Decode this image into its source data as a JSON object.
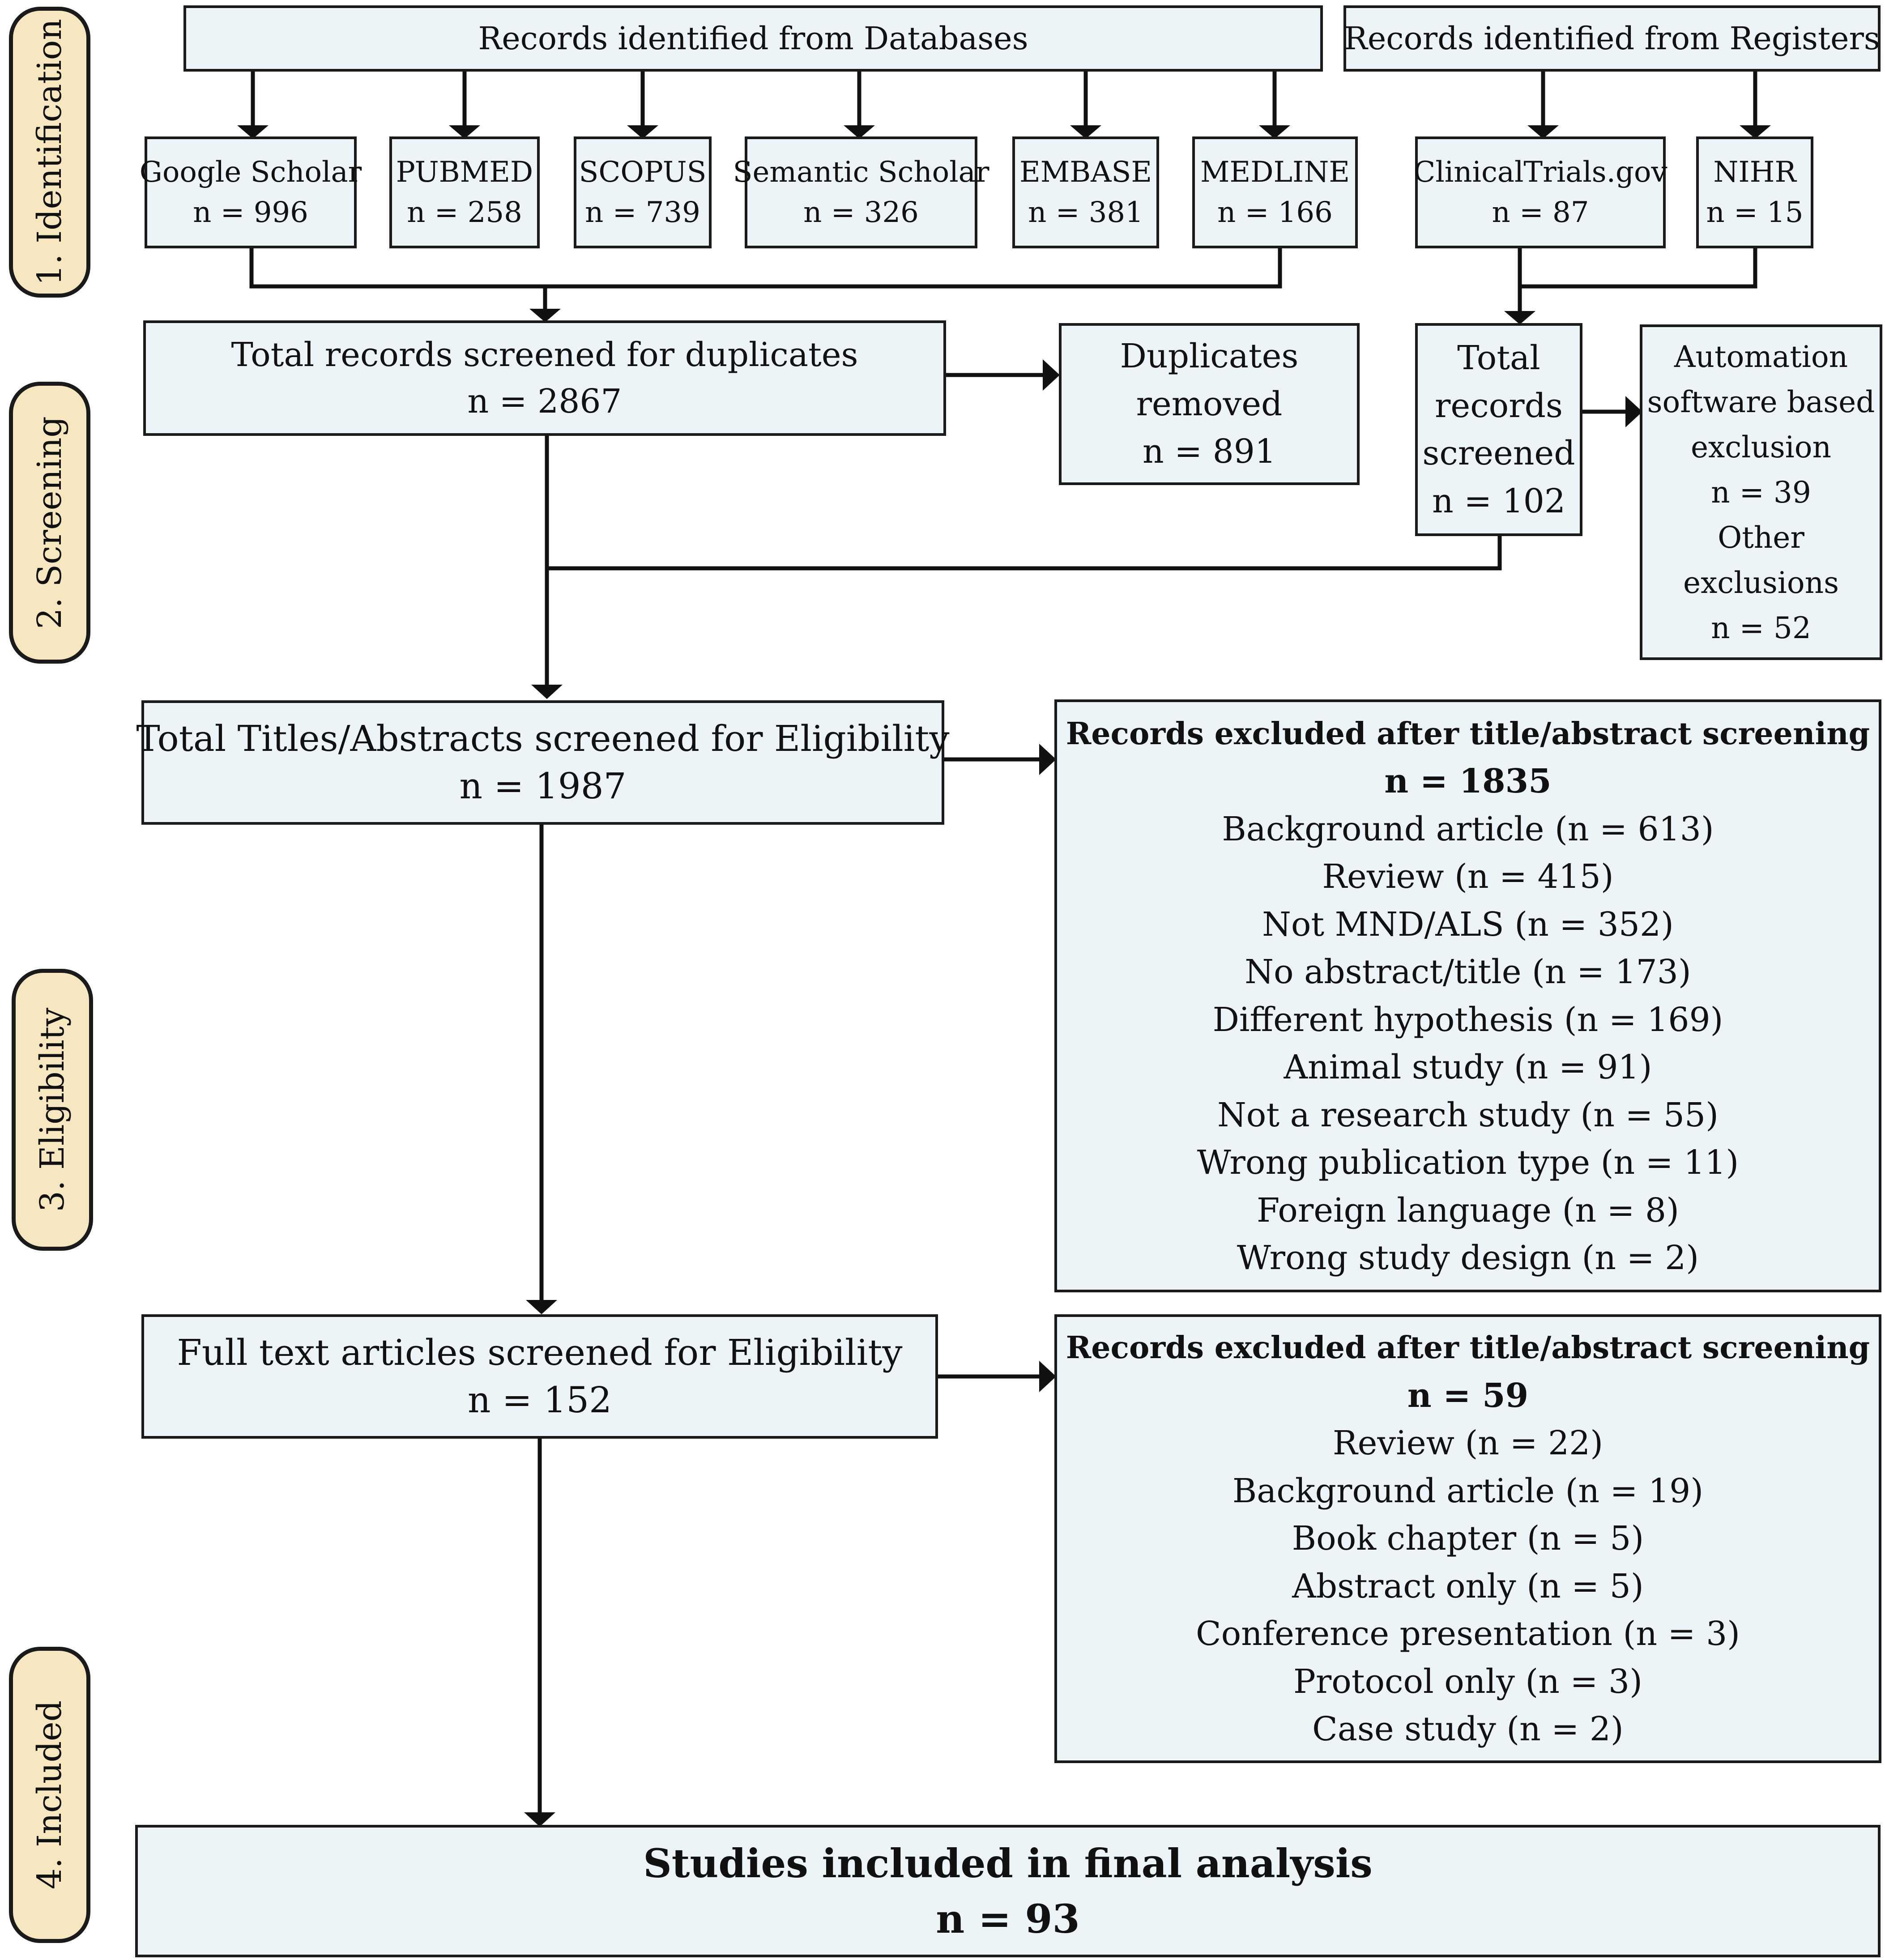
{
  "stages": [
    {
      "label": "1. Identification"
    },
    {
      "label": "2. Screening"
    },
    {
      "label": "3. Eligibility"
    },
    {
      "label": "4. Included"
    }
  ],
  "identification": {
    "databases_header": "Records identified from Databases",
    "registers_header": "Records identified from Registers",
    "databases": [
      {
        "name": "Google Scholar",
        "count": "n = 996"
      },
      {
        "name": "PUBMED",
        "count": "n = 258"
      },
      {
        "name": "SCOPUS",
        "count": "n = 739"
      },
      {
        "name": "Semantic Scholar",
        "count": "n = 326"
      },
      {
        "name": "EMBASE",
        "count": "n = 381"
      },
      {
        "name": "MEDLINE",
        "count": "n = 166"
      }
    ],
    "registers": [
      {
        "name": "ClinicalTrials.gov",
        "count": "n = 87"
      },
      {
        "name": "NIHR",
        "count": "n = 15"
      }
    ]
  },
  "screening": {
    "duplicates_screen": {
      "line1": "Total records screened for duplicates",
      "line2": "n = 2867"
    },
    "duplicates_removed": {
      "line1": "Duplicates",
      "line2": "removed",
      "line3": "n = 891"
    },
    "registers_screened": {
      "line1": "Total",
      "line2": "records",
      "line3": "screened",
      "line4": "n = 102"
    },
    "automation": {
      "line1": "Automation",
      "line2": "software based",
      "line3": "exclusion",
      "line4": "n = 39",
      "line5": "Other",
      "line6": "exclusions",
      "line7": "n = 52"
    }
  },
  "eligibility": {
    "title_abstract": {
      "line1": "Total Titles/Abstracts screened for Eligibility",
      "line2": "n = 1987"
    },
    "excluded_ta": {
      "title": "Records excluded after title/abstract screening",
      "count": "n = 1835",
      "reasons": [
        "Background article (n = 613)",
        "Review (n = 415)",
        "Not MND/ALS (n = 352)",
        "No abstract/title (n = 173)",
        "Different hypothesis (n = 169)",
        "Animal study (n = 91)",
        "Not a research study (n = 55)",
        "Wrong publication type (n = 11)",
        "Foreign language (n = 8)",
        "Wrong study design (n = 2)"
      ]
    },
    "full_text": {
      "line1": "Full text articles screened for Eligibility",
      "line2": "n = 152"
    },
    "excluded_ft": {
      "title": "Records excluded after title/abstract screening",
      "count": "n = 59",
      "reasons": [
        "Review (n = 22)",
        "Background article (n = 19)",
        "Book chapter (n = 5)",
        "Abstract only (n = 5)",
        "Conference presentation (n = 3)",
        "Protocol only (n = 3)",
        "Case study (n = 2)"
      ]
    }
  },
  "included": {
    "title": "Studies included in final analysis",
    "count": "n = 93"
  }
}
